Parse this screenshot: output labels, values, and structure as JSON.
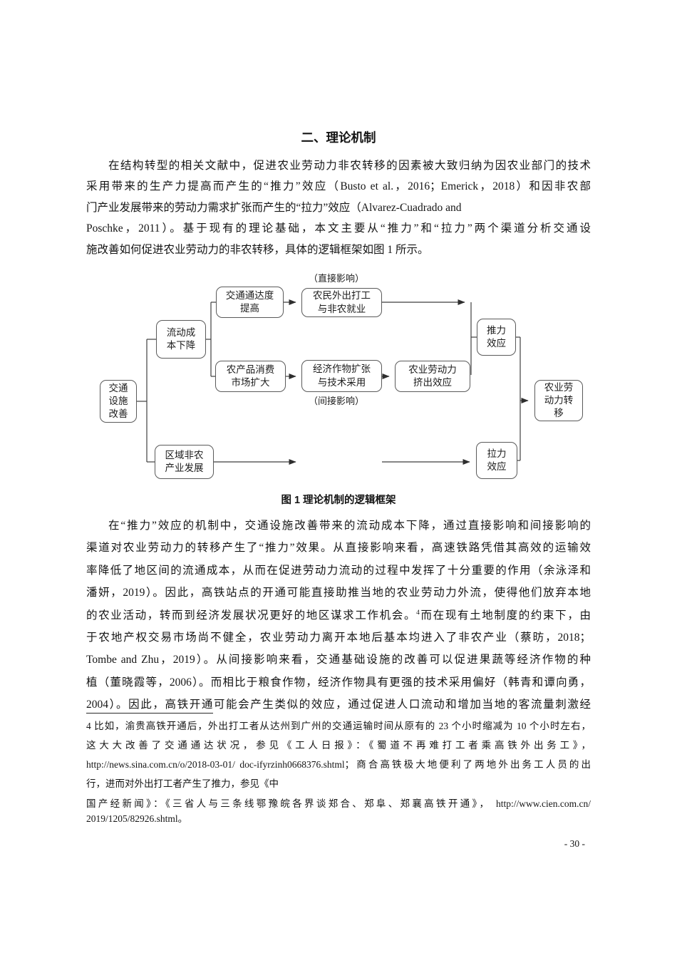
{
  "document": {
    "section_title": "二、理论机制",
    "page_number": "- 30 -"
  },
  "paragraph1": {
    "lines": [
      "在结构转型的相关文献中，促进农业劳动力非农转移的因素被大致归纳为因农业部门的技术",
      "采用带来的生产力提高而产生的“推力”效应（Busto et al.，2016；Emerick，2018）和因非农部",
      "门产业发展带来的劳动力需求扩张而产生的“拉力”效应（Alvarez-Cuadrado and",
      "Poschke，2011）。基于现有的理论基础，本文主要从“推力”和“拉力”两个渠道分析交通设",
      "施改善如何促进农业劳动力的非农转移，具体的逻辑框架如图 1 所示。"
    ]
  },
  "paragraph2": {
    "lines_a": [
      "在“推力”效应的机制中，交通设施改善带来的流动成本下降，通过直接影响和间接影响的",
      "渠道对农业劳动力的转移产生了“推力”效果。从直接影响来看，高速铁路凭借其高效的运输效",
      "率降低了地区间的流通成本，从而在促进劳动力流动的过程中发挥了十分重要的作用（余泳泽和",
      "潘妍，2019）。因此，高铁站点的开通可能直接助推当地的农业劳动力外流，使得他们放弃本地"
    ],
    "line5": {
      "before": "的农业活动，转而到经济发展状况更好的地区谋求工作机会。",
      "footnote_ref": "4",
      "after": "而在现有土地制度的约束下，由"
    },
    "lines_b": [
      "于农地产权交易市场尚不健全，农业劳动力离开本地后基本均进入了非农产业（蔡昉，2018；",
      "Tombe and Zhu，2019）。从间接影响来看，交通基础设施的改善可以促进果蔬等经济作物的种",
      "植（董晓霞等，2006）。而相比于粮食作物，经济作物具有更强的技术采用偏好（韩青和谭向勇，",
      "2004）。因此，高铁开通可能会产生类似的效应，通过促进人口流动和增加当地的客流量刺激经"
    ]
  },
  "figure": {
    "caption": "图 1 理论机制的逻辑框架",
    "annotations": {
      "direct": "（直接影响）",
      "indirect": "（间接影响）"
    },
    "boxes": {
      "transport_improvement": "交通\n设施\n改善",
      "mobility_cost_decline": "流动成\n本下降",
      "regional_nonfarm_dev": "区域非农\n产业发展",
      "accessibility_increase": "交通通达度\n提高",
      "agri_market_expansion": "农产品消费\n市场扩大",
      "migrant_work": "农民外出打工\n与非农就业",
      "cash_crop_tech": "经济作物扩张\n与技术采用",
      "labor_squeeze": "农业劳动力\n挤出效应",
      "push_effect": "推力\n效应",
      "pull_effect": "拉力\n效应",
      "labor_transfer": "农业劳\n动力转\n移"
    }
  },
  "footnote": {
    "lines_a": [
      "4 比如，渝贵高铁开通后，外出打工者从达州到广州的交通运输时间从原有的 23 个小时缩减为 10 个小时左右，",
      "这大大改善了交通通达状况，参见《工人日报》：《蜀道不再难打工者乘高铁外出务工》，",
      "http://news.sina.com.cn/o/2018-03-01/ doc-ifyrzinh0668376.shtml；商合高铁极大地便利了两地外出务工人员的出",
      "行，进而对外出打工者产生了推力，参见《中"
    ],
    "lines_b": [
      "国产经新闻》：《三省人与三条线鄂豫皖各界谈郑合、郑阜、郑襄高铁开通》， http://www.cien.com.cn/",
      "2019/1205/82926.shtml。"
    ]
  }
}
